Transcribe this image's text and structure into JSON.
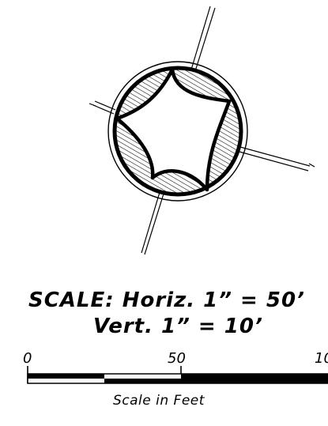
{
  "symbol": {
    "name": "north-arrow-compass",
    "colors": {
      "ink": "#000000",
      "paper": "#ffffff"
    }
  },
  "scale_note": {
    "line1": "SCALE: Horiz. 1” = 50’",
    "line2": "Vert. 1” = 10’"
  },
  "scale_bar": {
    "tick_labels": [
      "0",
      "50",
      "10"
    ],
    "caption": "Scale in Feet"
  }
}
